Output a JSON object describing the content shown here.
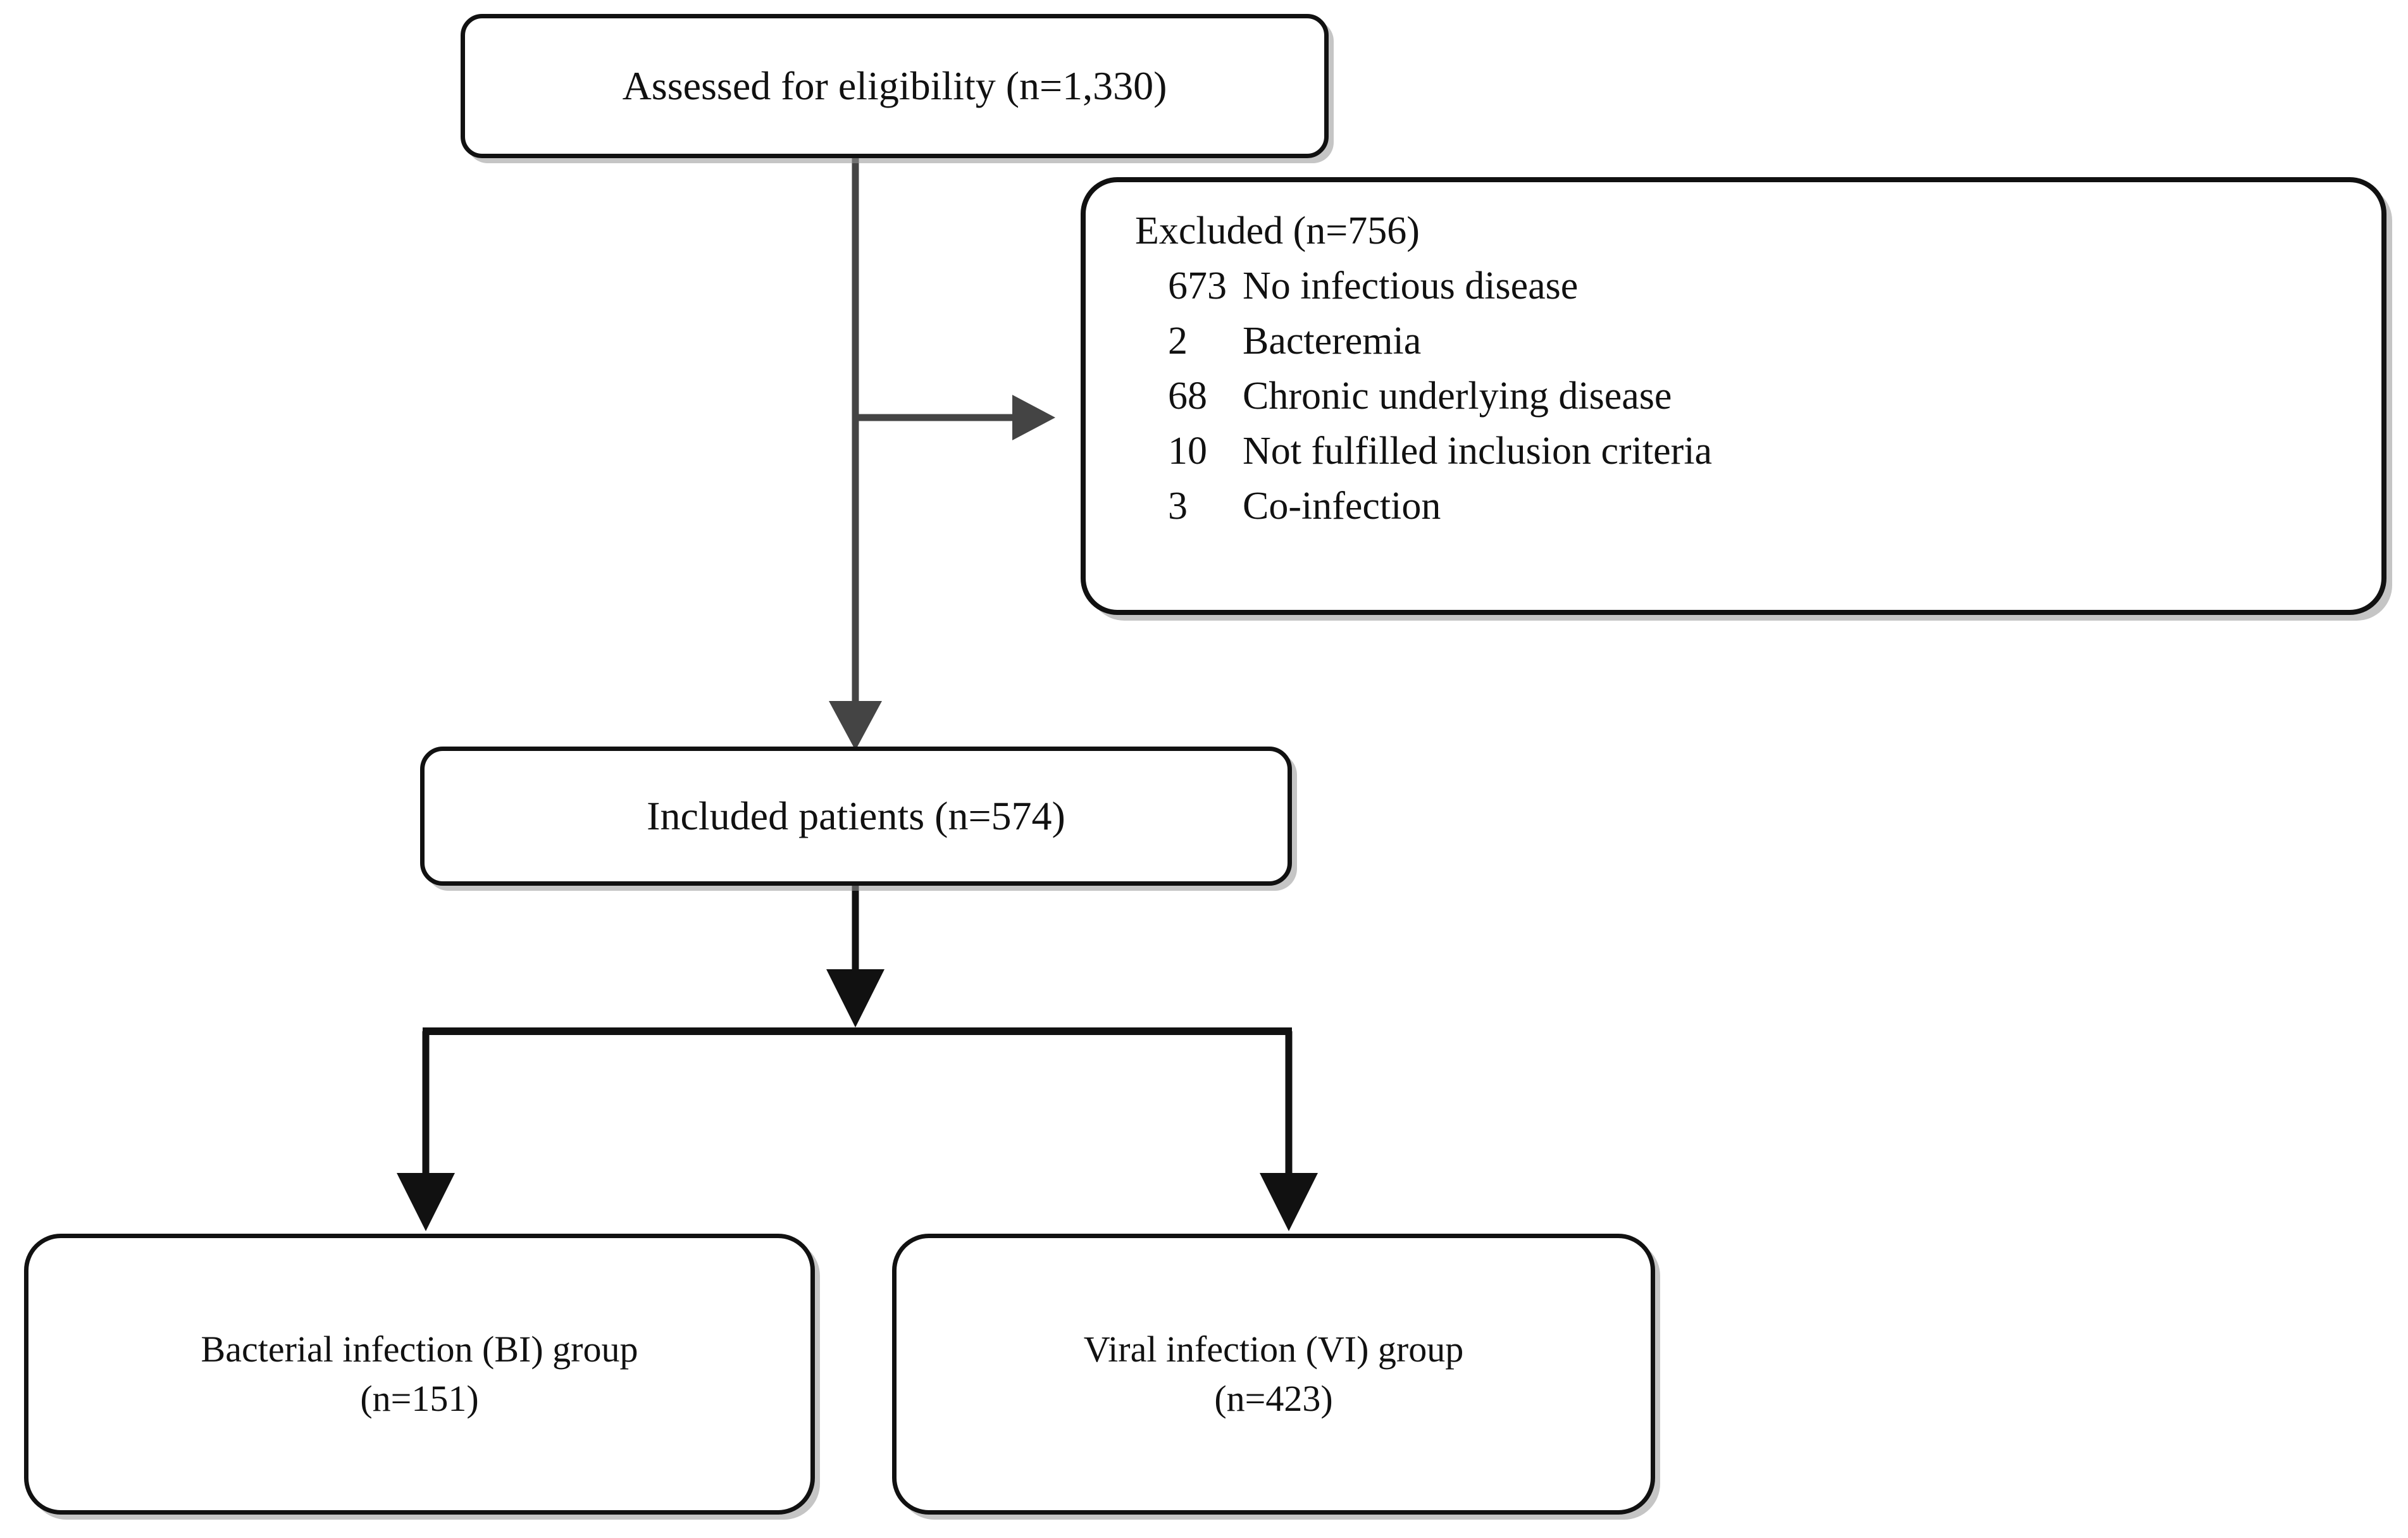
{
  "figure": {
    "type": "flow-diagram",
    "title": "Patient enrollment flow diagram",
    "line_color": "#444444",
    "border_color": "#111111",
    "background": "#ffffff"
  },
  "nodes": {
    "assessed": {
      "label": "Assessed for eligibility (n=1,330)",
      "count": 1330
    },
    "excluded": {
      "title": "Excluded (n=756)",
      "count": 756,
      "reasons": [
        {
          "count": "673",
          "reason": "No infectious disease"
        },
        {
          "count": "2",
          "reason": "Bacteremia"
        },
        {
          "count": "68",
          "reason": "Chronic underlying disease"
        },
        {
          "count": "10",
          "reason": "Not fulfilled inclusion criteria"
        },
        {
          "count": "3",
          "reason": "Co-infection"
        }
      ]
    },
    "included": {
      "label": "Included patients (n=574)",
      "count": 574
    },
    "bacterial": {
      "label": "Bacterial infection (BI) group\n(n=151)",
      "count": 151
    },
    "viral": {
      "label": "Viral infection (VI) group\n(n=423)",
      "count": 423
    }
  }
}
